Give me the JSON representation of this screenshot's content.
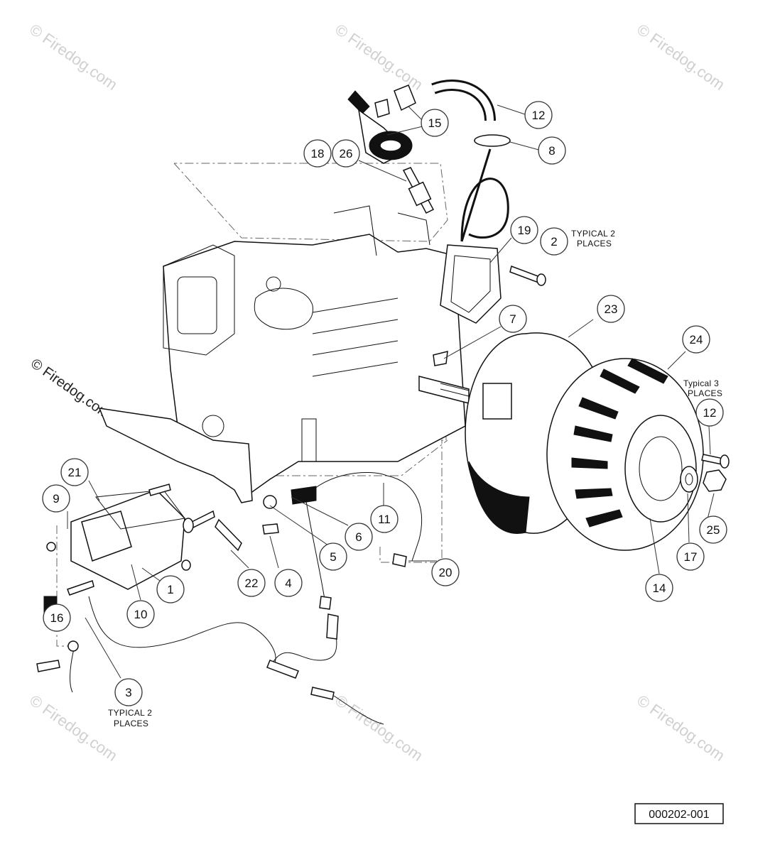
{
  "watermarks": [
    {
      "text": "© Firedog.com"
    },
    {
      "text": "© Firedog.com"
    },
    {
      "text": "© Firedog.com"
    },
    {
      "text": "© Firedog.com"
    },
    {
      "text": "© Firedog.com"
    },
    {
      "text": "© Firedog.com"
    },
    {
      "text": "© Firedog.com"
    }
  ],
  "callouts": [
    "12",
    "15",
    "8",
    "18",
    "26",
    "19",
    "2",
    "23",
    "7",
    "24",
    "12",
    "21",
    "9",
    "11",
    "6",
    "5",
    "20",
    "1",
    "22",
    "4",
    "17",
    "25",
    "14",
    "10",
    "16",
    "3"
  ],
  "notes": {
    "typical_2_places_right": [
      "TYPICAL 2",
      "PLACES"
    ],
    "typical_3_places": [
      "Typical 3",
      "PLACES"
    ],
    "typical_2_places_left": [
      "TYPICAL 2",
      "PLACES"
    ]
  },
  "figure_id": "000202-001"
}
